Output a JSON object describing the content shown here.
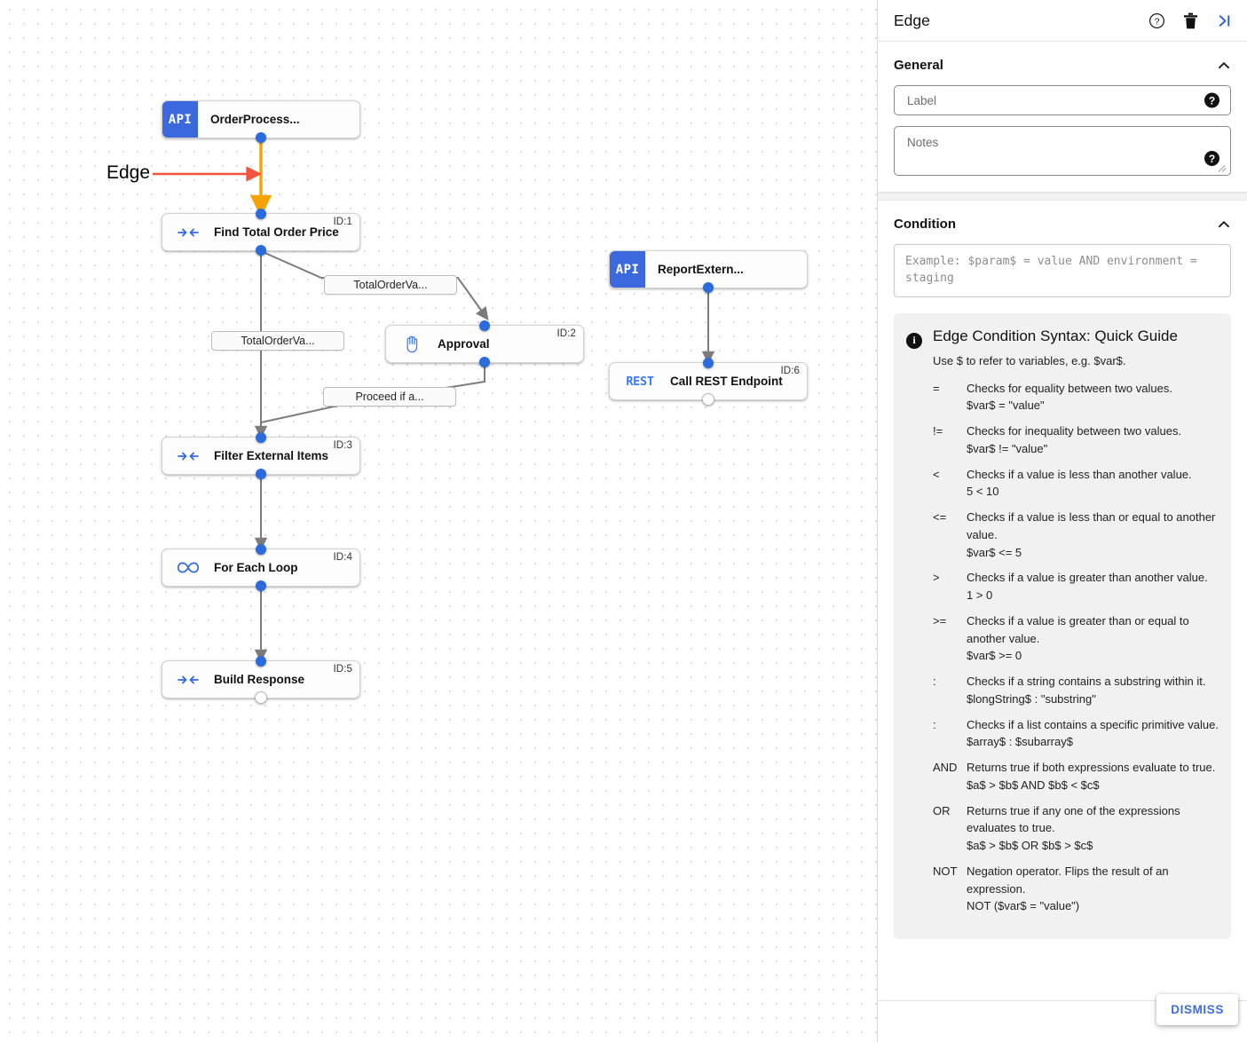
{
  "canvas": {
    "annotation": {
      "label": "Edge"
    },
    "nodes": [
      {
        "id": "n0",
        "type": "api",
        "badge": "API",
        "title": "OrderProcess...",
        "idtag": ""
      },
      {
        "id": "n1",
        "type": "std",
        "icon": "merge-arrows-icon",
        "title": "Find Total Order Price",
        "idtag": "ID:1"
      },
      {
        "id": "n2",
        "type": "std",
        "icon": "hand-icon",
        "title": "Approval",
        "idtag": "ID:2"
      },
      {
        "id": "n3",
        "type": "std",
        "icon": "merge-arrows-icon",
        "title": "Filter External Items",
        "idtag": "ID:3"
      },
      {
        "id": "n4",
        "type": "std",
        "icon": "infinity-icon",
        "title": "For Each Loop",
        "idtag": "ID:4"
      },
      {
        "id": "n5",
        "type": "std",
        "icon": "merge-arrows-icon",
        "title": "Build Response",
        "idtag": "ID:5"
      },
      {
        "id": "n6",
        "type": "api",
        "badge": "API",
        "title": "ReportExtern...",
        "idtag": ""
      },
      {
        "id": "n7",
        "type": "rest",
        "badge": "REST",
        "title": "Call REST Endpoint",
        "idtag": "ID:6"
      }
    ],
    "edge_labels": [
      {
        "id": "e1",
        "text": "TotalOrderVa..."
      },
      {
        "id": "e2",
        "text": "TotalOrderVa..."
      },
      {
        "id": "e3",
        "text": "Proceed if a..."
      }
    ],
    "colors": {
      "selected_edge": "#F5A302",
      "annotation_arrow": "#F4533E",
      "handle": "#2b6bdb",
      "node_accent": "#3c68dd"
    }
  },
  "panel": {
    "title": "Edge",
    "header_icons": [
      {
        "name": "help-icon",
        "glyph": "?"
      },
      {
        "name": "delete-icon",
        "glyph": "trash"
      },
      {
        "name": "collapse-panel-icon",
        "glyph": ">|"
      }
    ],
    "general": {
      "heading": "General",
      "label_field": {
        "placeholder": "Label",
        "value": ""
      },
      "notes_field": {
        "placeholder": "Notes",
        "value": ""
      }
    },
    "condition": {
      "heading": "Condition",
      "input": {
        "placeholder": "Example: $param$ = value AND environment = staging",
        "value": ""
      }
    },
    "guide": {
      "title": "Edge Condition Syntax: Quick Guide",
      "subtitle": "Use $ to refer to variables, e.g. $var$.",
      "rows": [
        {
          "op": "=",
          "desc": "Checks for equality between two values.",
          "example": "$var$ = \"value\""
        },
        {
          "op": "!=",
          "desc": "Checks for inequality between two values.",
          "example": "$var$ != \"value\""
        },
        {
          "op": "<",
          "desc": "Checks if a value is less than another value.",
          "example": "5 < 10"
        },
        {
          "op": "<=",
          "desc": "Checks if a value is less than or equal to another value.",
          "example": "$var$ <= 5"
        },
        {
          "op": ">",
          "desc": "Checks if a value is greater than another value.",
          "example": "1 > 0"
        },
        {
          "op": ">=",
          "desc": "Checks if a value is greater than or equal to another value.",
          "example": "$var$ >= 0"
        },
        {
          "op": ":",
          "desc": "Checks if a string contains a substring within it.",
          "example": "$longString$ : \"substring\""
        },
        {
          "op": ":",
          "desc": "Checks if a list contains a specific primitive value.",
          "example": "$array$ : $subarray$"
        },
        {
          "op": "AND",
          "desc": "Returns true if both expressions evaluate to true.",
          "example": "$a$ > $b$ AND $b$ < $c$"
        },
        {
          "op": "OR",
          "desc": "Returns true if any one of the expressions evaluates to true.",
          "example": "$a$ > $b$ OR $b$ > $c$"
        },
        {
          "op": "NOT",
          "desc": "Negation operator. Flips the result of an expression.",
          "example": "NOT ($var$ = \"value\")"
        }
      ]
    },
    "dismiss_label": "DISMISS",
    "accent_color": "#3c6de0"
  }
}
